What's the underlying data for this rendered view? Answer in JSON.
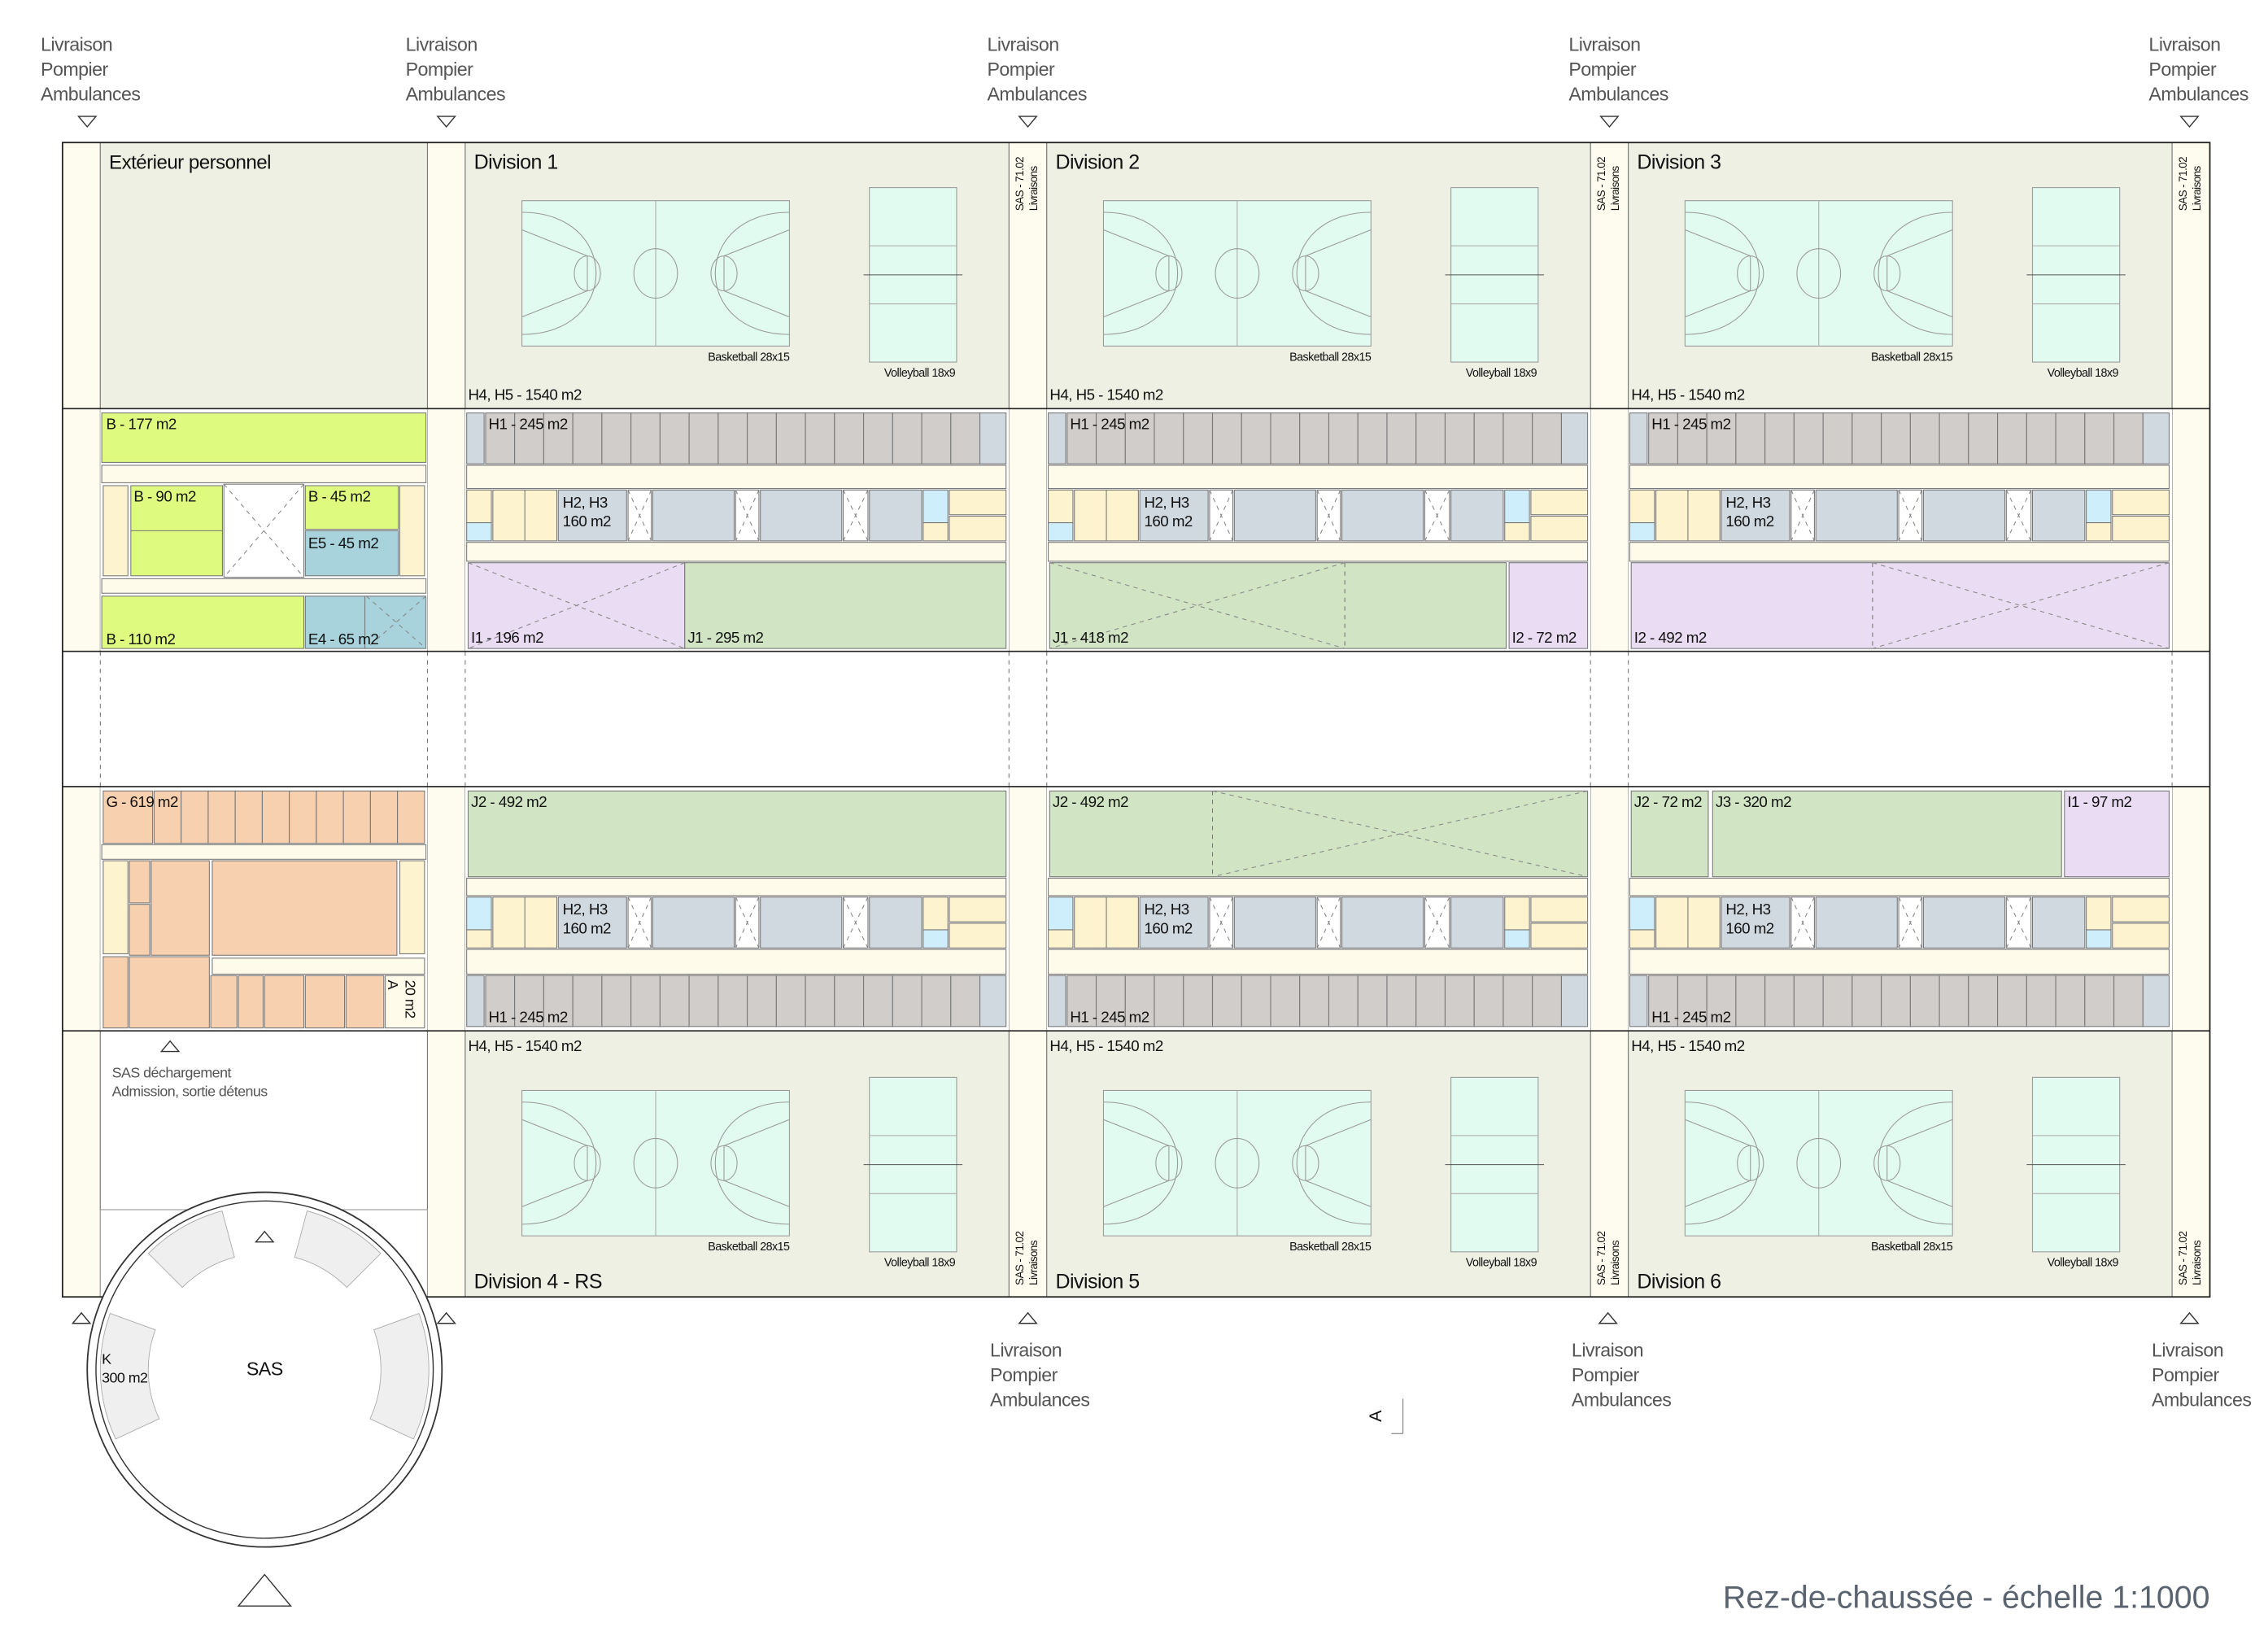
{
  "title": "Rez-de-chaussée - échelle 1:1000",
  "section_marker": "A",
  "delivery": {
    "line1": "Livraison",
    "line2": "Pompier",
    "line3": "Ambulances"
  },
  "sas_strip": {
    "line1": "SAS - 71.02",
    "line2": "Livraisons"
  },
  "courts": {
    "basketball": "Basketball 28x15",
    "volleyball": "Volleyball 18x9"
  },
  "cells": {
    "h1": "H1 - 245 m2",
    "h2": "H2, H3",
    "h2_area": "160 m2"
  },
  "left_column": {
    "exterior": "Extérieur personnel",
    "b177": "B - 177 m2",
    "b90": "B - 90 m2",
    "b45": "B - 45 m2",
    "e5": "E5 - 45 m2",
    "b110": "B - 110 m2",
    "e4": "E4 - 65 m2",
    "g619": "G - 619 m2",
    "a_label": "A",
    "a_area": "20 m2",
    "sas_unload": "SAS déchargement",
    "admission": "Admission, sortie détenus"
  },
  "sas": {
    "label": "SAS",
    "k": "K",
    "k_area": "300 m2"
  },
  "divisions": [
    {
      "title": "Division 1",
      "sport": "H4, H5 - 1540 m2",
      "rooms": [
        {
          "label": "I1 - 196 m2",
          "type": "purple"
        },
        {
          "label": "J1 - 295 m2",
          "type": "green"
        }
      ]
    },
    {
      "title": "Division 2",
      "sport": "H4, H5 - 1540 m2",
      "rooms": [
        {
          "label": "J1 - 418 m2",
          "type": "green"
        },
        {
          "label": "I2 - 72 m2",
          "type": "purple"
        }
      ]
    },
    {
      "title": "Division 3",
      "sport": "H4, H5 - 1540 m2",
      "rooms": [
        {
          "label": "I2 - 492 m2",
          "type": "purple"
        }
      ]
    },
    {
      "title": "Division 4 - RS",
      "sport": "H4, H5 - 1540 m2",
      "rooms": [
        {
          "label": "J2 - 492 m2",
          "type": "green"
        }
      ]
    },
    {
      "title": "Division 5",
      "sport": "H4, H5 - 1540 m2",
      "rooms": [
        {
          "label": "J2 - 492 m2",
          "type": "green"
        }
      ]
    },
    {
      "title": "Division 6",
      "sport": "H4, H5 - 1540 m2",
      "rooms": [
        {
          "label": "J2 - 72 m2",
          "type": "green"
        },
        {
          "label": "J3 - 320 m2",
          "type": "green"
        },
        {
          "label": "I1 - 97 m2",
          "type": "purple"
        }
      ]
    }
  ],
  "colors": {
    "lime": "#dffb7f",
    "teal": "#a8d3dc",
    "peach": "#f7d0b0",
    "green": "#d1e5c4",
    "purple": "#eadcf2",
    "cell": "#d0cdca",
    "bluegray": "#d1d9e0",
    "cream": "#fdf3cf",
    "lightblue": "#cdeefa",
    "corridor": "#fffbea",
    "sport": "#eef0e4",
    "court": "#e2fbf1",
    "strip": "#fdfcef",
    "title": "#5a6470"
  }
}
